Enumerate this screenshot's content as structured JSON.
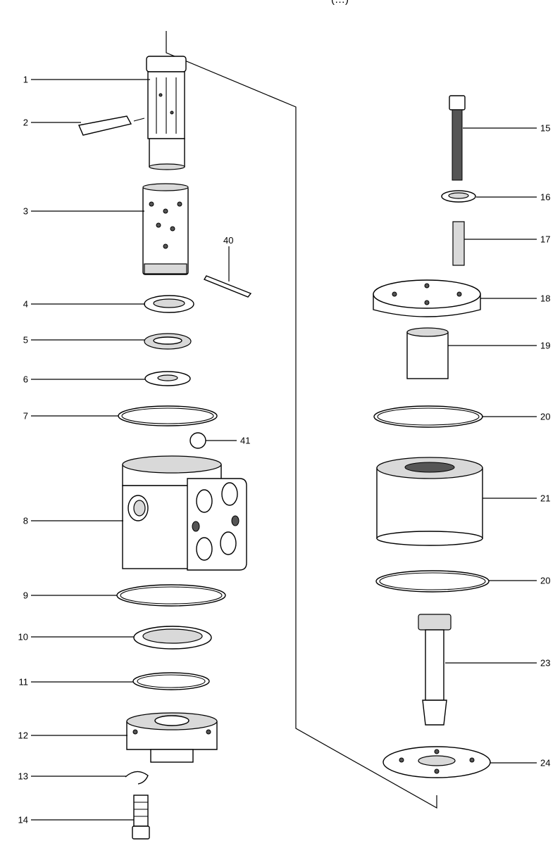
{
  "header_fragment": "(…)",
  "colors": {
    "line": "#000000",
    "background": "#ffffff"
  },
  "callouts_left": [
    {
      "id": "1",
      "label": "1"
    },
    {
      "id": "2",
      "label": "2"
    },
    {
      "id": "3",
      "label": "3"
    },
    {
      "id": "4",
      "label": "4"
    },
    {
      "id": "5",
      "label": "5"
    },
    {
      "id": "6",
      "label": "6"
    },
    {
      "id": "7",
      "label": "7"
    },
    {
      "id": "8",
      "label": "8"
    },
    {
      "id": "9",
      "label": "9"
    },
    {
      "id": "10",
      "label": "10"
    },
    {
      "id": "11",
      "label": "11"
    },
    {
      "id": "12",
      "label": "12"
    },
    {
      "id": "13",
      "label": "13"
    },
    {
      "id": "14",
      "label": "14"
    }
  ],
  "callouts_middle": [
    {
      "id": "40",
      "label": "40"
    },
    {
      "id": "41",
      "label": "41"
    }
  ],
  "callouts_right": [
    {
      "id": "15",
      "label": "15"
    },
    {
      "id": "16",
      "label": "16"
    },
    {
      "id": "17",
      "label": "17"
    },
    {
      "id": "18",
      "label": "18"
    },
    {
      "id": "19",
      "label": "19"
    },
    {
      "id": "20a",
      "label": "20"
    },
    {
      "id": "21",
      "label": "21"
    },
    {
      "id": "20b",
      "label": "20"
    },
    {
      "id": "23",
      "label": "23"
    },
    {
      "id": "24",
      "label": "24"
    }
  ]
}
